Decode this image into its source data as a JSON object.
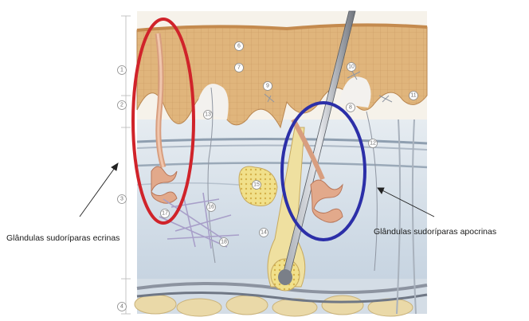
{
  "labels": {
    "eccrine": "Glândulas sudoríparas ecrinas",
    "apocrine": "Glândulas sudoríparas apocrinas"
  },
  "layer_markers": [
    "1",
    "2",
    "3",
    "4"
  ],
  "structure_markers": [
    "6",
    "7",
    "8",
    "9",
    "10",
    "11",
    "12",
    "13",
    "14",
    "15",
    "16",
    "17",
    "18"
  ],
  "colors": {
    "eccrine_circle": "#d0232a",
    "apocrine_circle": "#2c2fa8",
    "epidermis": "#d9ae74",
    "dermis": "#dbe4ec",
    "hypodermis": "#cdd9e6",
    "gland": "#e2a98b",
    "fat": "#e9d7a6",
    "hair": "#7a7f88"
  }
}
